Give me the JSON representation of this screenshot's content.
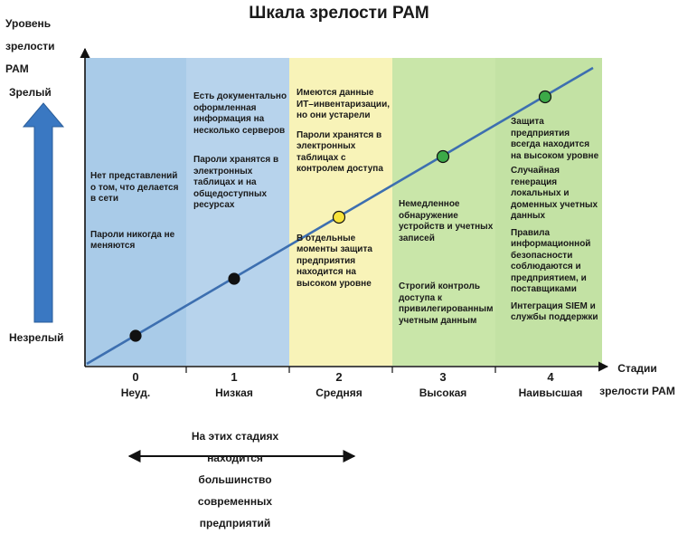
{
  "title": "Шкала зрелости PAM",
  "y_axis": {
    "label_lines": [
      "Уровень",
      "зрелости",
      "PAM"
    ],
    "top_label": "Зрелый",
    "bottom_label": "Незрелый"
  },
  "x_axis": {
    "label_lines": [
      "Стадии",
      "зрелости PAM"
    ]
  },
  "stages": [
    {
      "number": "0",
      "name": "Неуд.",
      "color": "#a9cbe8",
      "paragraphs": [
        "Нет представлений о том, что делается в сети",
        "Пароли никогда не меняются"
      ]
    },
    {
      "number": "1",
      "name": "Низкая",
      "color": "#b7d3ec",
      "paragraphs": [
        "Есть документально оформленная информация на несколько серверов",
        "Пароли хранятся в электронных таблицах и на общедоступных ресурсах"
      ]
    },
    {
      "number": "2",
      "name": "Средняя",
      "color": "#f8f3b8",
      "paragraphs": [
        "Имеются данные ИТ–инвентаризации, но они устарели",
        "Пароли хранятся в электронных таблицах с контролем доступа",
        "В отдельные моменты защита предприятия находится на высоком уровне"
      ]
    },
    {
      "number": "3",
      "name": "Высокая",
      "color": "#c9e6a9",
      "paragraphs": [
        "Немедленное обнаружение устройств и учетных записей",
        "Строгий контроль доступа к привилегированным учетным данным"
      ]
    },
    {
      "number": "4",
      "name": "Наивысшая",
      "color": "#c3e2a4",
      "paragraphs": [
        "Защита предприятия всегда находится на высоком уровне",
        "Случайная генерация локальных и доменных учетных данных",
        "Правила информационной безопасности соблюдаются и предприятием, и поставщиками",
        "Интеграция SIEM и службы поддержки"
      ]
    }
  ],
  "points": [
    {
      "stage": "0",
      "color": "#111111"
    },
    {
      "stage": "1",
      "color": "#111111"
    },
    {
      "stage": "2",
      "color": "#f7e33a"
    },
    {
      "stage": "3",
      "color": "#3caa48"
    },
    {
      "stage": "4",
      "color": "#3caa48"
    }
  ],
  "note_lines": [
    "На этих стадиях",
    "находится большинство",
    "современных",
    "предприятий"
  ],
  "colors": {
    "trend_line": "#3d6fb0",
    "maturity_arrow": "#3a78c2"
  }
}
